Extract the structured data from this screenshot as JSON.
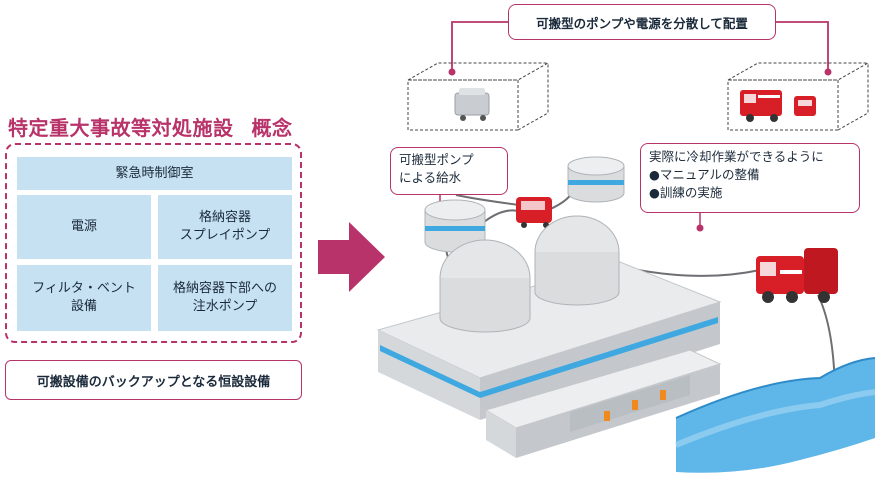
{
  "title": {
    "main": "特定重大事故等対処施設",
    "sub": "概念"
  },
  "facility_grid": {
    "header": "緊急時制御室",
    "cells": [
      [
        "電源"
      ],
      [
        "格納容器",
        "スプレイポンプ"
      ],
      [
        "フィルタ・ベント",
        "設備"
      ],
      [
        "格納容器下部への",
        "注水ポンプ"
      ]
    ]
  },
  "backup_note": "可搬設備のバックアップとなる恒設設備",
  "distribution_label": "可搬型のポンプや電源を分散して配置",
  "pump_label": {
    "line1": "可搬型ポンプ",
    "line2": "による給水"
  },
  "cooling_label": {
    "line1": "実際に冷却作業ができるように",
    "bullet1": "●マニュアルの整備",
    "bullet2": "●訓練の実施"
  },
  "colors": {
    "accent": "#b8336a",
    "cell_fill": "#c5e1f2",
    "truck_red": "#d81e26",
    "water_blue": "#5fb6e8"
  }
}
